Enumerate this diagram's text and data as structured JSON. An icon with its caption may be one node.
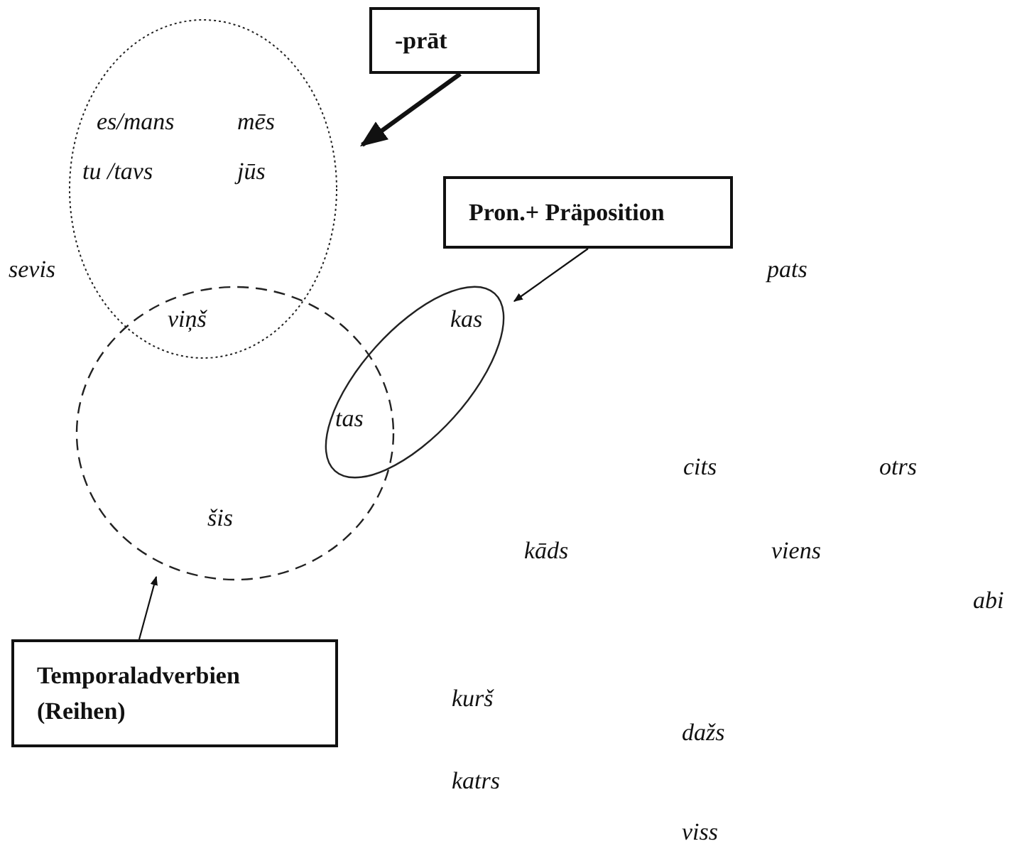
{
  "diagram": {
    "nodes": [
      {
        "text": [
          "-prāt"
        ]
      },
      {
        "text": [],
        "shape": "circle"
      },
      {
        "text": [
          "Pron.+ Präposition"
        ]
      },
      {
        "text": [],
        "shape": "circle"
      },
      {
        "text": [],
        "shape": "circle"
      },
      {
        "text": [
          "Temporaladverbien (Reihen)"
        ]
      }
    ],
    "edges": [
      {
        "from": 0,
        "to": 1,
        "arrow": "to",
        "style": "thick"
      },
      {
        "from": 2,
        "to": 3,
        "arrow": "to"
      },
      {
        "from": 5,
        "to": 4,
        "arrow": "to"
      }
    ],
    "labels": [
      "es/mans",
      "mēs",
      "tu /tavs",
      "jūs",
      "sevis",
      "pats",
      "viņš",
      "kas",
      "tas",
      "cits",
      "otrs",
      "šis",
      "kāds",
      "viens",
      "abi",
      "kurš",
      "dažs",
      "katrs",
      "viss"
    ]
  }
}
